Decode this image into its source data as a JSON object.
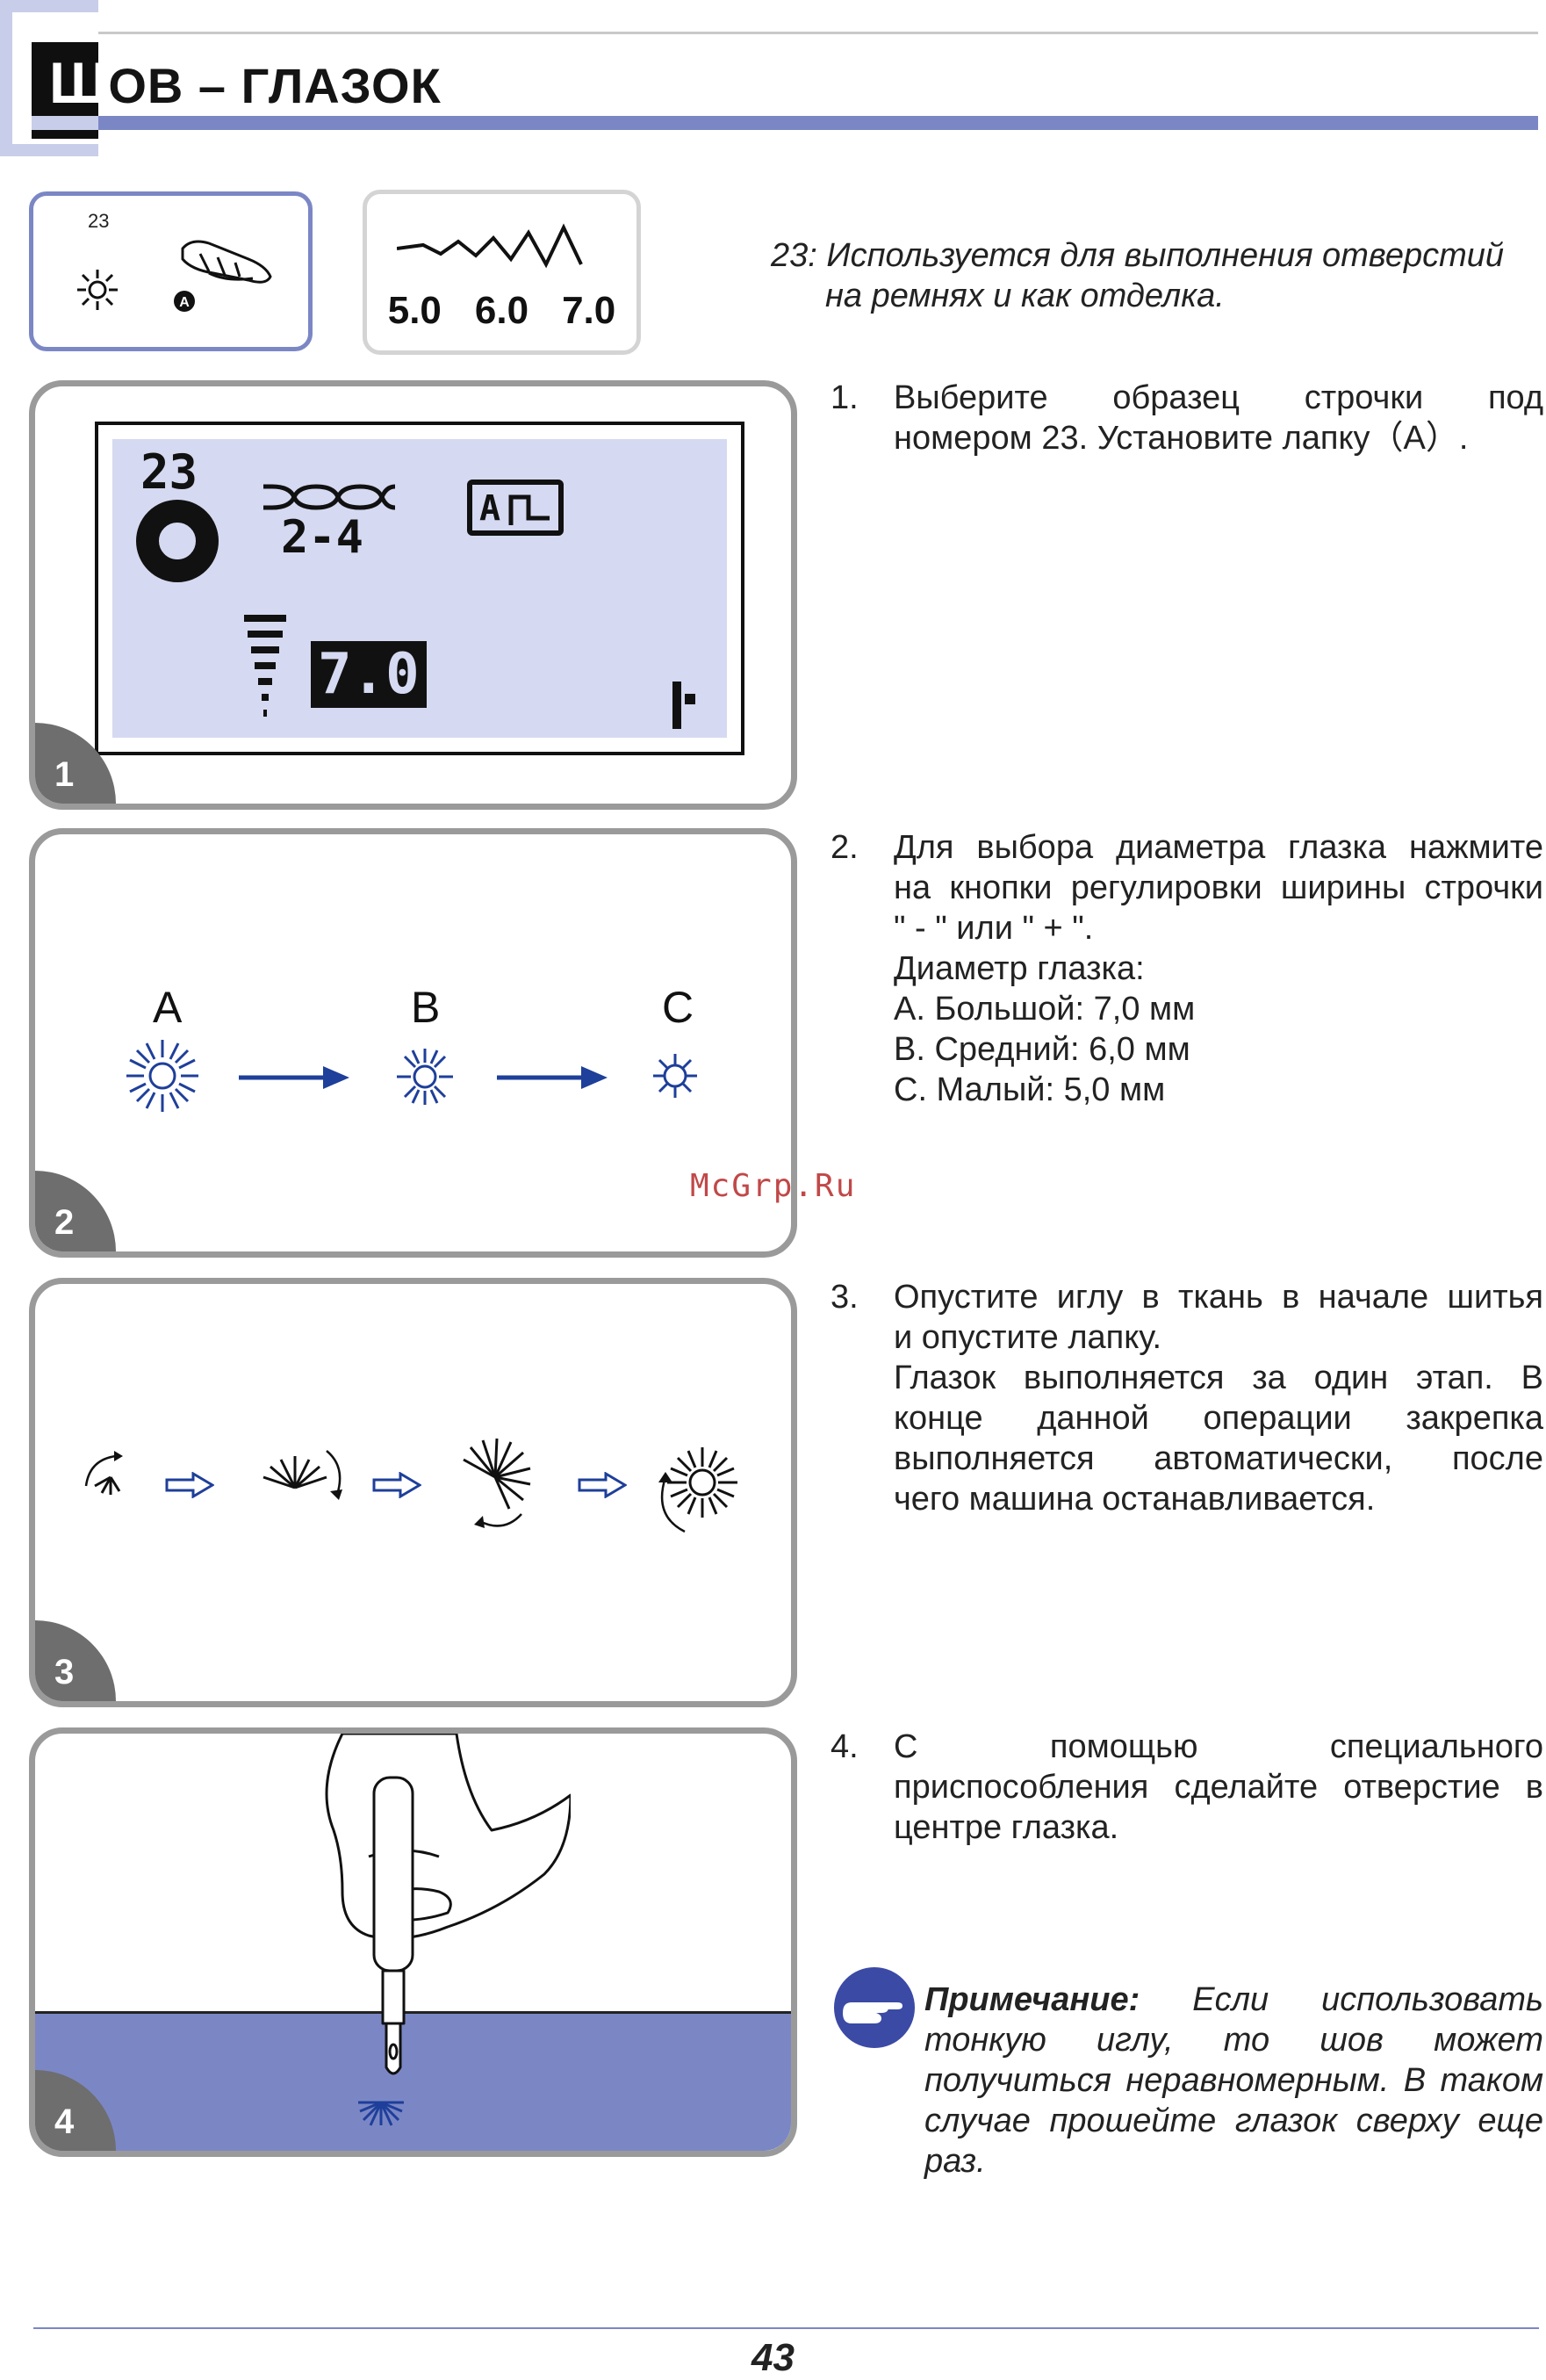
{
  "header": {
    "title_first_letter": "Ш",
    "title_rest": "ОВ – ГЛАЗОК"
  },
  "pattern_box": {
    "number": "23"
  },
  "widths_box": {
    "values": [
      "5.0",
      "6.0",
      "7.0"
    ]
  },
  "intro": {
    "line1": "23: Используется для выполнения отверстий",
    "line2": "на ремнях и как отделка."
  },
  "lcd": {
    "pattern_number": "23",
    "width_range": "2-4",
    "foot_label": "A",
    "width_value": "7.0"
  },
  "step2_labels": [
    "A",
    "B",
    "C"
  ],
  "steps": [
    {
      "badge": "1",
      "num": "1.",
      "line1": "Выберите образец строчки под",
      "line2": "номером 23. Установите лапку（A）."
    },
    {
      "badge": "2",
      "num": "2.",
      "line1": "Для выбора диаметра глазка нажмите",
      "line2": "на кнопки регулировки ширины строчки",
      "line3": "\" - \"  или \" + \".",
      "line4": "Диаметр глазка:",
      "line5": "А. Большой: 7,0 мм",
      "line6": "В. Средний: 6,0 мм",
      "line7": "С. Малый: 5,0 мм"
    },
    {
      "badge": "3",
      "num": "3.",
      "line1": "Опустите иглу в ткань в начале шитья",
      "line2": "и опустите лапку.",
      "line3": "Глазок выполняется за один этап. В",
      "line4": "конце данной операции закрепка",
      "line5": "выполняется автоматически, после",
      "line6": "чего машина останавливается."
    },
    {
      "badge": "4",
      "num": "4.",
      "line1": "С помощью специального",
      "line2": "приспособления сделайте отверстие в",
      "line3": "центре глазка."
    }
  ],
  "note": {
    "label": "Примечание:",
    "text": "Если использовать тонкую иглу, то шов может получиться неравномерным. В таком случае прошейте глазок сверху еще раз."
  },
  "watermark": "McGrp.Ru",
  "page_number": "43",
  "colors": {
    "accent": "#7b87c5",
    "blue": "#1e3f9a",
    "panel_border": "#9a9a9a",
    "lcd_bg": "#d5d9f1",
    "fabric": "#7b87c5"
  }
}
